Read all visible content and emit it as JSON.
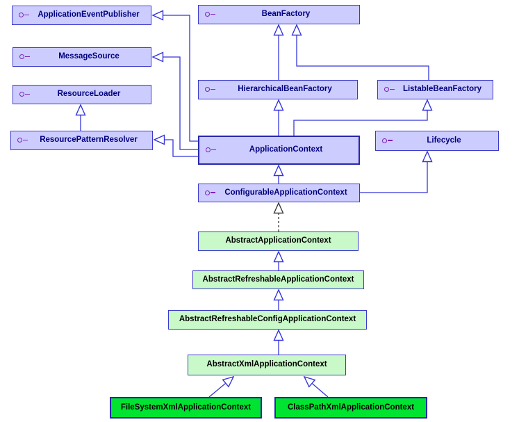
{
  "diagram_type": "uml-class-diagram",
  "nodes": {
    "application_event_publisher": {
      "label": "ApplicationEventPublisher",
      "stereotype": "interface"
    },
    "bean_factory": {
      "label": "BeanFactory",
      "stereotype": "interface"
    },
    "message_source": {
      "label": "MessageSource",
      "stereotype": "interface"
    },
    "resource_loader": {
      "label": "ResourceLoader",
      "stereotype": "interface"
    },
    "hierarchical_bean_factory": {
      "label": "HierarchicalBeanFactory",
      "stereotype": "interface"
    },
    "listable_bean_factory": {
      "label": "ListableBeanFactory",
      "stereotype": "interface"
    },
    "resource_pattern_resolver": {
      "label": "ResourcePatternResolver",
      "stereotype": "interface"
    },
    "application_context": {
      "label": "ApplicationContext",
      "stereotype": "interface"
    },
    "lifecycle": {
      "label": "Lifecycle",
      "stereotype": "interface"
    },
    "configurable_application_context": {
      "label": "ConfigurableApplicationContext",
      "stereotype": "interface"
    },
    "abstract_application_context": {
      "label": "AbstractApplicationContext",
      "stereotype": "abstract-class"
    },
    "abstract_refreshable_application_context": {
      "label": "AbstractRefreshableApplicationContext",
      "stereotype": "abstract-class"
    },
    "abstract_refreshable_config_application_context": {
      "label": "AbstractRefreshableConfigApplicationContext",
      "stereotype": "abstract-class"
    },
    "abstract_xml_application_context": {
      "label": "AbstractXmlApplicationContext",
      "stereotype": "abstract-class"
    },
    "file_system_xml_application_context": {
      "label": "FileSystemXmlApplicationContext",
      "stereotype": "concrete-class"
    },
    "class_path_xml_application_context": {
      "label": "ClassPathXmlApplicationContext",
      "stereotype": "concrete-class"
    }
  },
  "edges": [
    {
      "from": "HierarchicalBeanFactory",
      "to": "BeanFactory",
      "type": "generalization"
    },
    {
      "from": "ListableBeanFactory",
      "to": "BeanFactory",
      "type": "generalization"
    },
    {
      "from": "ApplicationContext",
      "to": "HierarchicalBeanFactory",
      "type": "generalization"
    },
    {
      "from": "ApplicationContext",
      "to": "ListableBeanFactory",
      "type": "generalization"
    },
    {
      "from": "ApplicationContext",
      "to": "ApplicationEventPublisher",
      "type": "generalization"
    },
    {
      "from": "ApplicationContext",
      "to": "MessageSource",
      "type": "generalization"
    },
    {
      "from": "ApplicationContext",
      "to": "ResourcePatternResolver",
      "type": "generalization"
    },
    {
      "from": "ResourcePatternResolver",
      "to": "ResourceLoader",
      "type": "generalization"
    },
    {
      "from": "ConfigurableApplicationContext",
      "to": "ApplicationContext",
      "type": "generalization"
    },
    {
      "from": "ConfigurableApplicationContext",
      "to": "Lifecycle",
      "type": "generalization"
    },
    {
      "from": "AbstractApplicationContext",
      "to": "ConfigurableApplicationContext",
      "type": "realization"
    },
    {
      "from": "AbstractRefreshableApplicationContext",
      "to": "AbstractApplicationContext",
      "type": "generalization"
    },
    {
      "from": "AbstractRefreshableConfigApplicationContext",
      "to": "AbstractRefreshableApplicationContext",
      "type": "generalization"
    },
    {
      "from": "AbstractXmlApplicationContext",
      "to": "AbstractRefreshableConfigApplicationContext",
      "type": "generalization"
    },
    {
      "from": "FileSystemXmlApplicationContext",
      "to": "AbstractXmlApplicationContext",
      "type": "generalization"
    },
    {
      "from": "ClassPathXmlApplicationContext",
      "to": "AbstractXmlApplicationContext",
      "type": "generalization"
    }
  ],
  "colors": {
    "interface-fill": "#CCCCFF",
    "abstract-class-fill": "#C9F8C9",
    "concrete-class-fill": "#00E431",
    "box-border": "#3A3ACC",
    "emphasis-border": "#2727AE",
    "edge-line": "#3535DC",
    "realization-line": "#3A3A3A",
    "interface-text": "#00007D",
    "class-text": "#000000",
    "lollipop": "#7E22B5",
    "background": "#FFFFFF"
  }
}
